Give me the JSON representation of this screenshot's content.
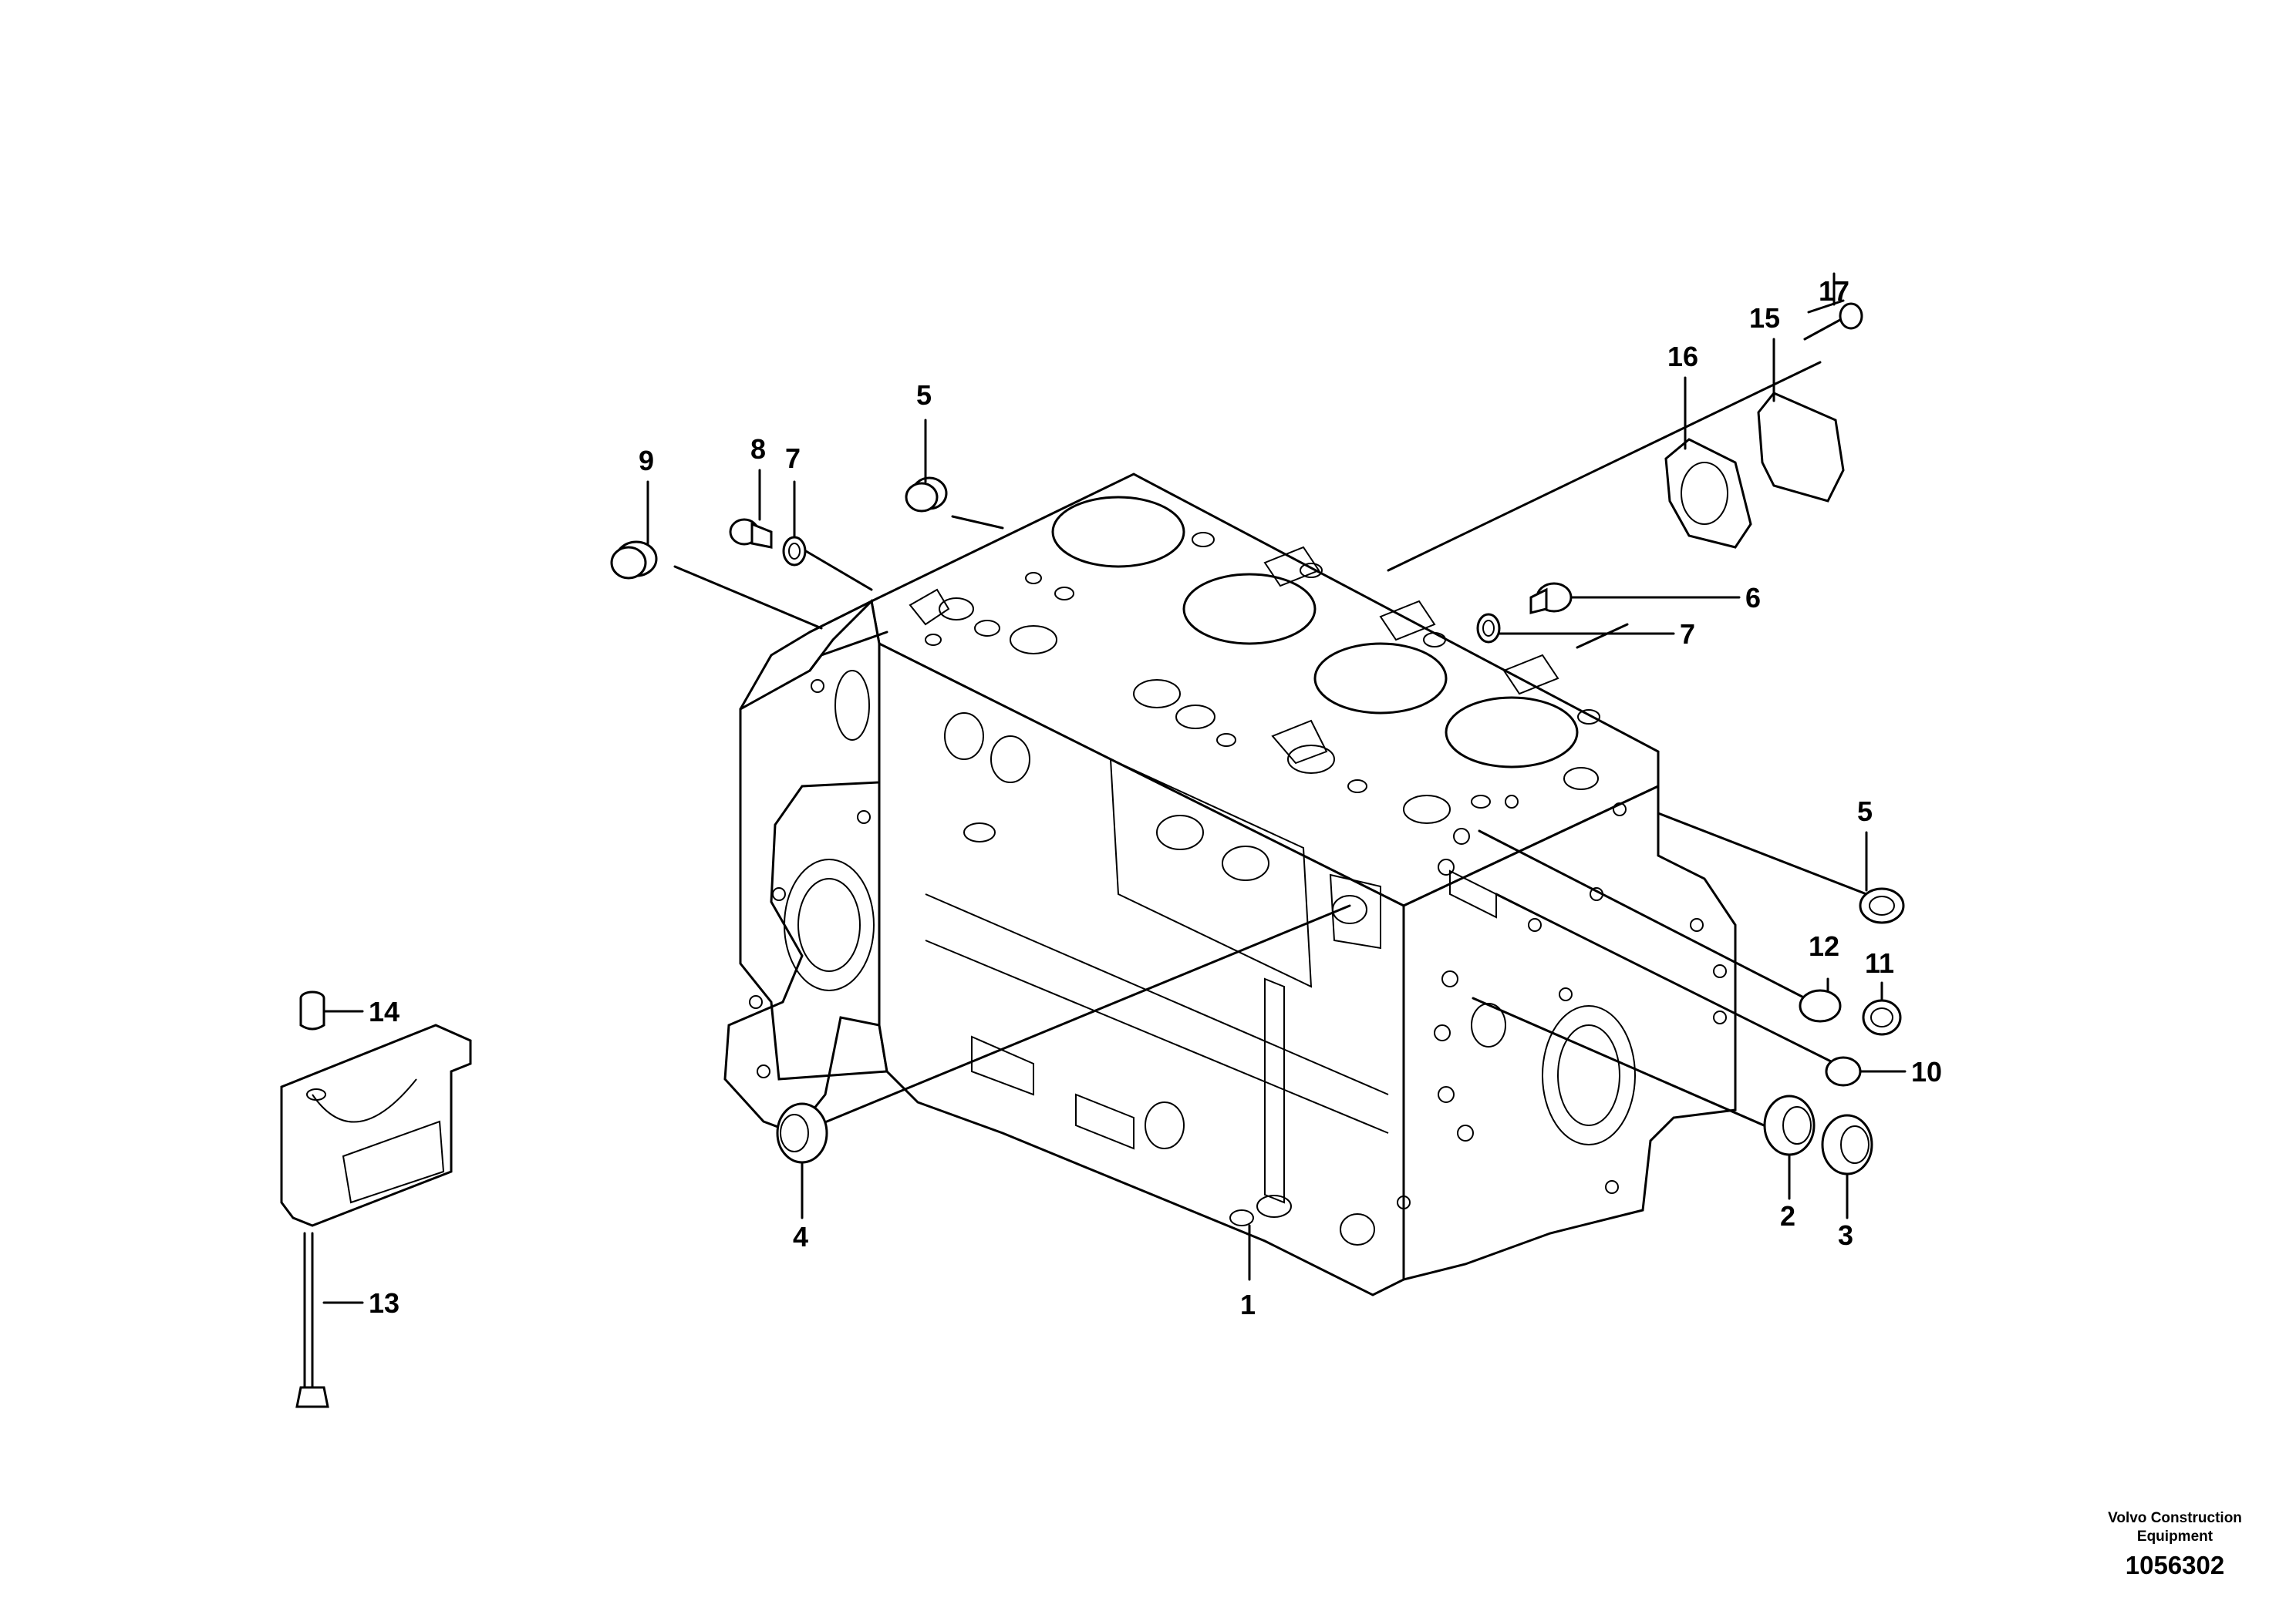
{
  "callouts": [
    "1",
    "2",
    "3",
    "4",
    "5",
    "5",
    "6",
    "7",
    "7",
    "8",
    "9",
    "10",
    "11",
    "12",
    "13",
    "14",
    "15",
    "16",
    "17"
  ],
  "credit": {
    "company_line1": "Volvo Construction",
    "company_line2": "Equipment",
    "drawing_number": "1056302"
  }
}
